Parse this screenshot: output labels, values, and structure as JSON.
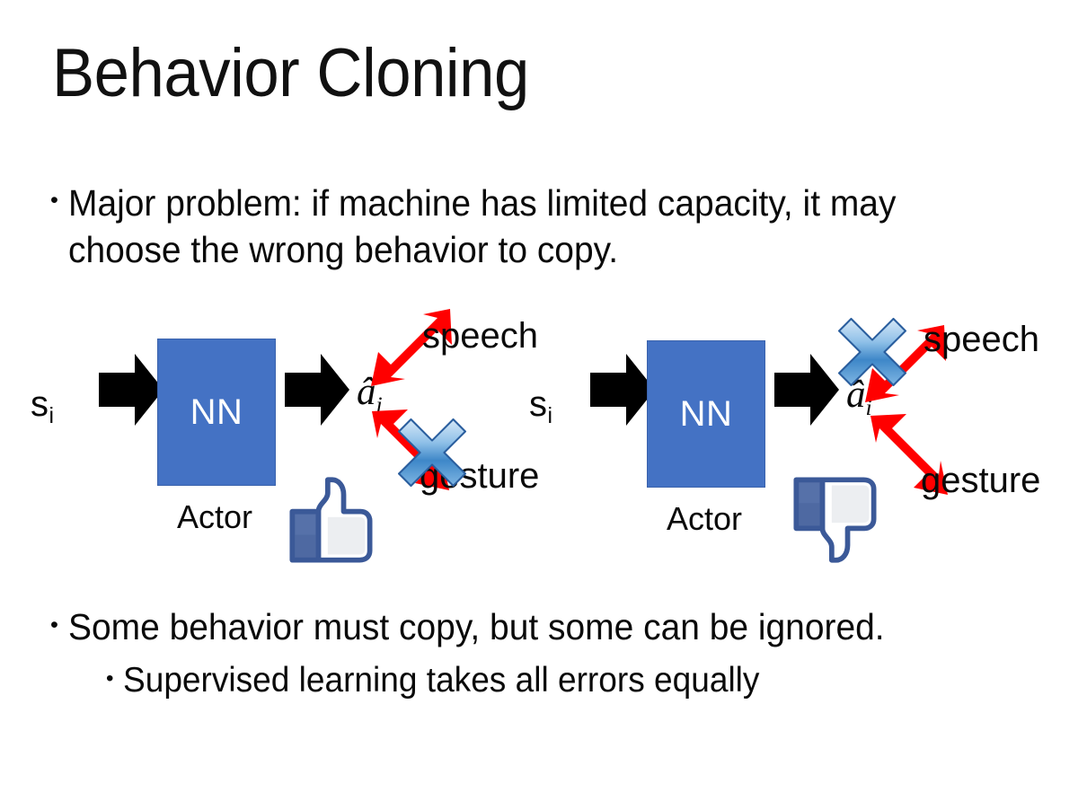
{
  "slide": {
    "title": "Behavior Cloning",
    "background_color": "#FFFFFF",
    "text_color": "#0A0A0A"
  },
  "bullets": [
    {
      "id": "major-problem",
      "level": 1,
      "marker": "•",
      "text": "Major problem: if machine has limited capacity, it may choose the wrong behavior to copy."
    },
    {
      "id": "some-behavior",
      "level": 1,
      "marker": "•",
      "text": "Some behavior must copy, but some can be ignored."
    },
    {
      "id": "supervised-learning",
      "level": 2,
      "marker": "•",
      "text": "Supervised learning takes all errors equally"
    }
  ],
  "diagrams": [
    {
      "id": "left",
      "state_label": "s",
      "state_subscript": "i",
      "box_label": "NN",
      "box_caption": "Actor",
      "action_label": "â",
      "action_subscript": "i",
      "output_top": "speech",
      "output_bottom": "gesture",
      "crossed_out": "gesture",
      "verdict_icon": "thumbs-up-icon",
      "box_color": "#4472C4",
      "arrow_color": "#FF0000",
      "cross_color": "#5B9BD5"
    },
    {
      "id": "right",
      "state_label": "s",
      "state_subscript": "i",
      "box_label": "NN",
      "box_caption": "Actor",
      "action_label": "â",
      "action_subscript": "i",
      "output_top": "speech",
      "output_bottom": "gesture",
      "crossed_out": "speech",
      "verdict_icon": "thumbs-down-icon",
      "box_color": "#4472C4",
      "arrow_color": "#FF0000",
      "cross_color": "#5B9BD5"
    }
  ]
}
